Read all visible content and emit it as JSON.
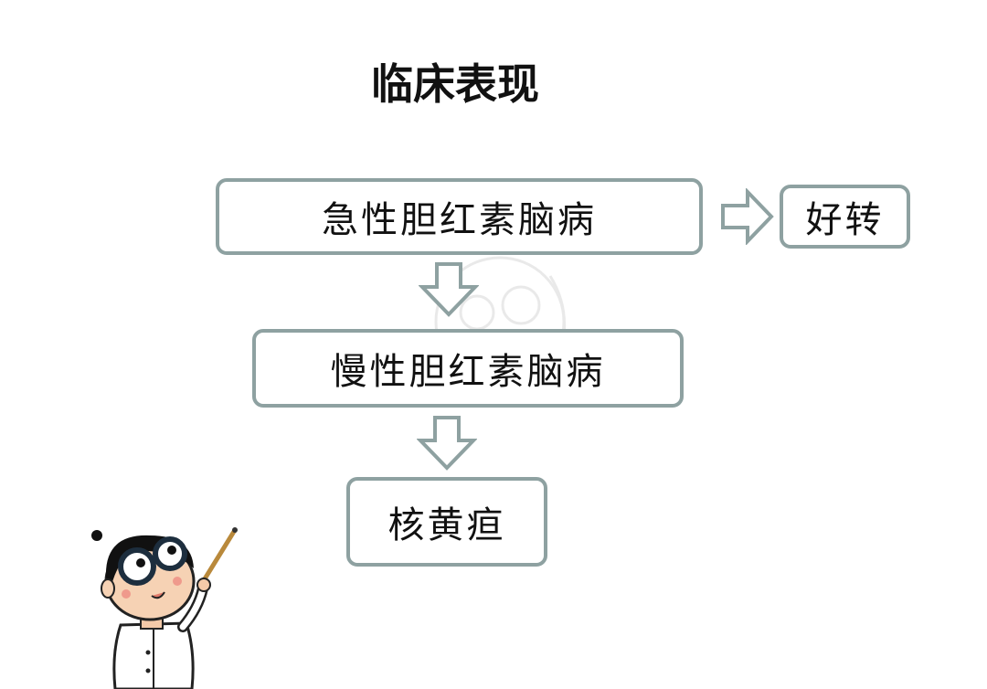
{
  "title": "临床表现",
  "nodes": {
    "acute": "急性胆红素脑病",
    "chronic": "慢性胆红素脑病",
    "kernicterus": "核黄疸",
    "improve": "好转"
  },
  "colors": {
    "box_border": "#8ea1a1",
    "arrow_stroke": "#8ea1a1",
    "text": "#111111"
  },
  "icons": {
    "arrow_down": "hollow-arrow-down-icon",
    "arrow_right": "hollow-arrow-right-icon",
    "mascot": "doctor-cartoon-icon",
    "watermark": "watermark-logo-icon"
  }
}
